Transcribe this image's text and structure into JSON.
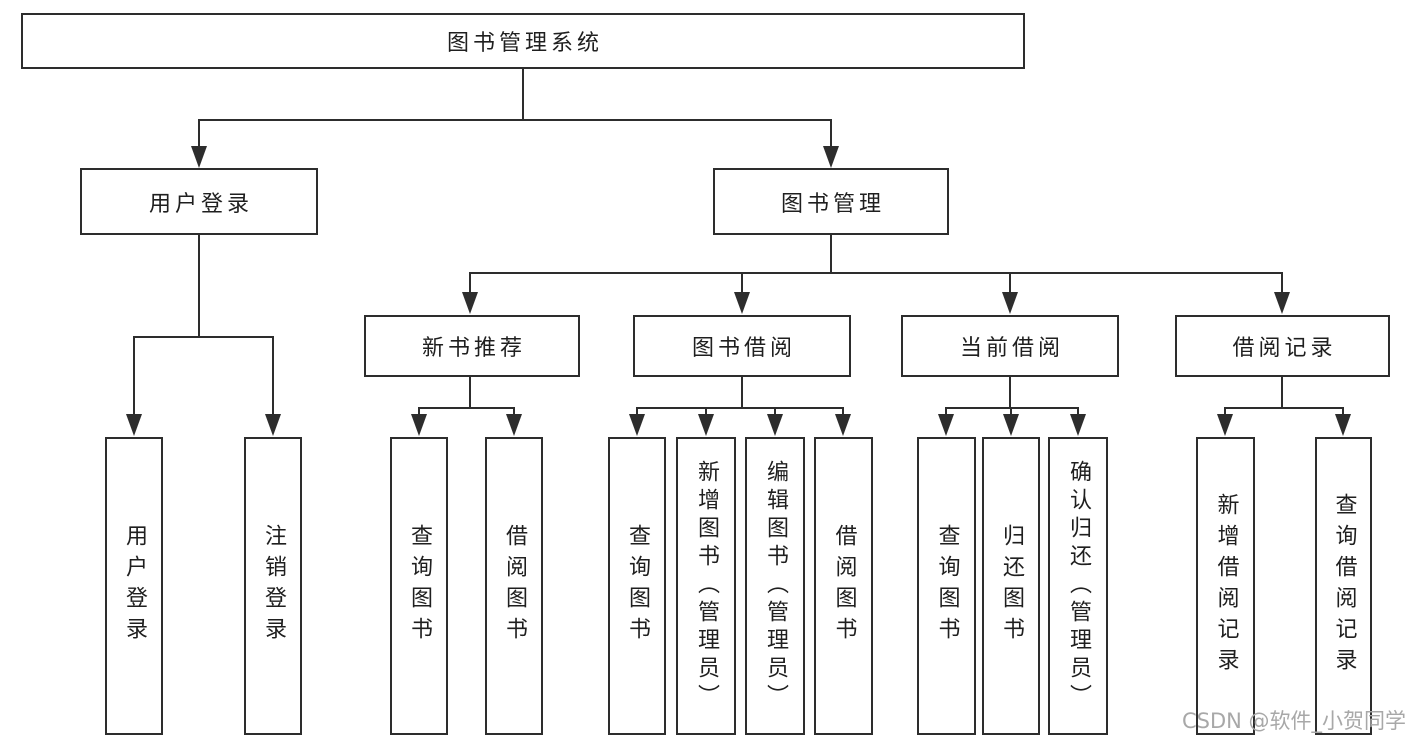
{
  "watermark": "CSDN @软件_小贺同学",
  "tree": {
    "root": {
      "label": "图书管理系统"
    },
    "branches": [
      {
        "label": "用户登录",
        "children": [
          {
            "label": "用户登录"
          },
          {
            "label": "注销登录"
          }
        ]
      },
      {
        "label": "图书管理",
        "groups": [
          {
            "label": "新书推荐",
            "children": [
              {
                "label": "查询图书"
              },
              {
                "label": "借阅图书"
              }
            ]
          },
          {
            "label": "图书借阅",
            "children": [
              {
                "label": "查询图书"
              },
              {
                "label": "新增图书（管理员）"
              },
              {
                "label": "编辑图书（管理员）"
              },
              {
                "label": "借阅图书"
              }
            ]
          },
          {
            "label": "当前借阅",
            "children": [
              {
                "label": "查询图书"
              },
              {
                "label": "归还图书"
              },
              {
                "label": "确认归还（管理员）"
              }
            ]
          },
          {
            "label": "借阅记录",
            "children": [
              {
                "label": "新增借阅记录"
              },
              {
                "label": "查询借阅记录"
              }
            ]
          }
        ]
      }
    ]
  },
  "colors": {
    "line": "#2d2d2d",
    "text": "#1f1f1f",
    "watermark": "#a8a8a8",
    "background": "#ffffff"
  }
}
